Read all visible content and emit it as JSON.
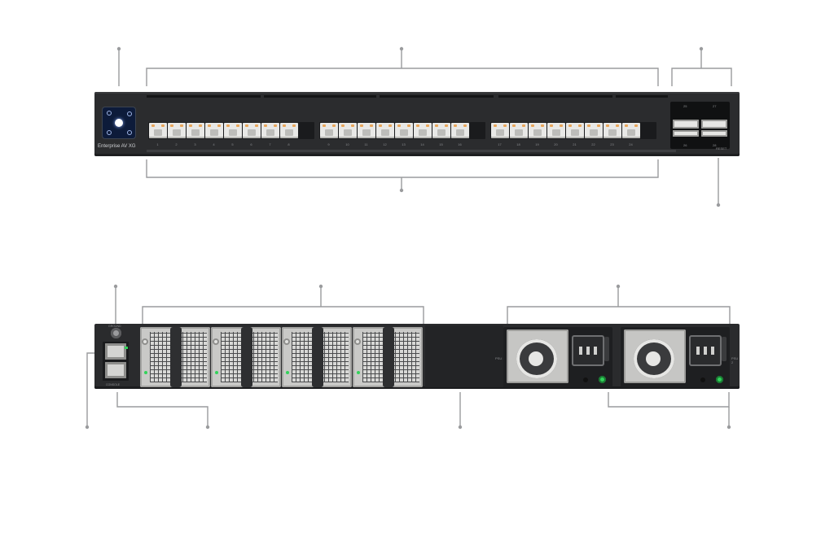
{
  "front": {
    "model_label": "Enterprise AV XG",
    "port_labels": [
      "1",
      "2",
      "3",
      "4",
      "5",
      "6",
      "7",
      "8",
      "9",
      "10",
      "11",
      "12",
      "13",
      "14",
      "15",
      "16",
      "17",
      "18",
      "19",
      "20",
      "21",
      "22",
      "23",
      "24"
    ],
    "sfp_labels": [
      "25",
      "27",
      "26",
      "28"
    ],
    "reset_label": "RESET"
  },
  "rear": {
    "ground_label": "GROUND",
    "mgmt_label": "CONSOLE",
    "psu_labels": [
      "PSU 1",
      "PSU 2"
    ]
  },
  "colors": {
    "chassis": "#2b2c2e",
    "status_led": "#32d35a",
    "port_led": "#e9a65a",
    "lcd": "#0d1b3a"
  }
}
